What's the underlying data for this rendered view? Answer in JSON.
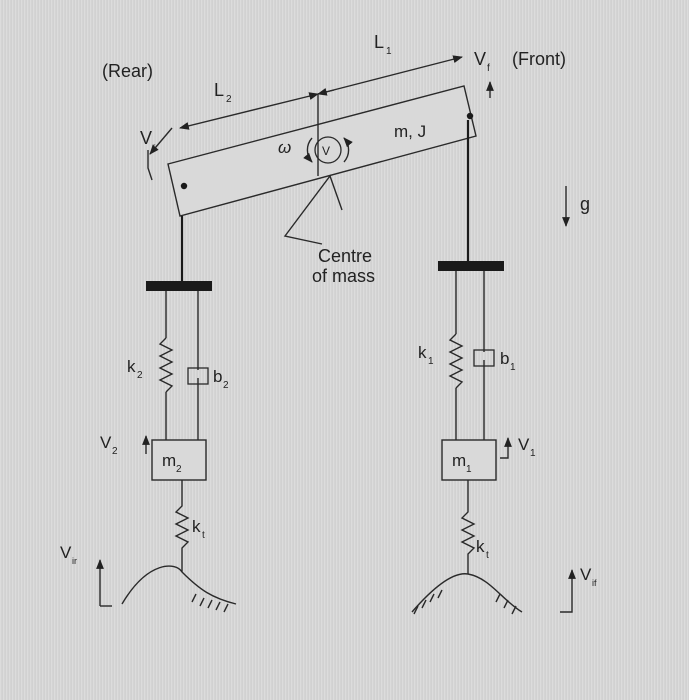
{
  "labels": {
    "rear": "(Rear)",
    "front": "(Front)",
    "l1": "L",
    "l1_sub": "1",
    "l2": "L",
    "l2_sub": "2",
    "vf_top": "V",
    "vf_top_sub": "f",
    "vr_top": "V",
    "vr_top_sub": "r",
    "mass_body": "m, J",
    "omega": "ω",
    "v_center": "V",
    "gravity": "g",
    "centre_line1": "Centre",
    "centre_line2": "of mass",
    "k1": "k",
    "k1_sub": "1",
    "b1": "b",
    "b1_sub": "1",
    "k2": "k",
    "k2_sub": "2",
    "b2": "b",
    "b2_sub": "2",
    "m1": "m",
    "m1_sub": "1",
    "m2": "m",
    "m2_sub": "2",
    "v1": "V",
    "v1_sub": "1",
    "v2": "V",
    "v2_sub": "2",
    "kt_rear": "k",
    "kt_rear_sub": "t",
    "kt_front": "k",
    "kt_front_sub": "t",
    "vir": "V",
    "vir_sub": "ir",
    "vif": "V",
    "vif_sub": "if"
  }
}
